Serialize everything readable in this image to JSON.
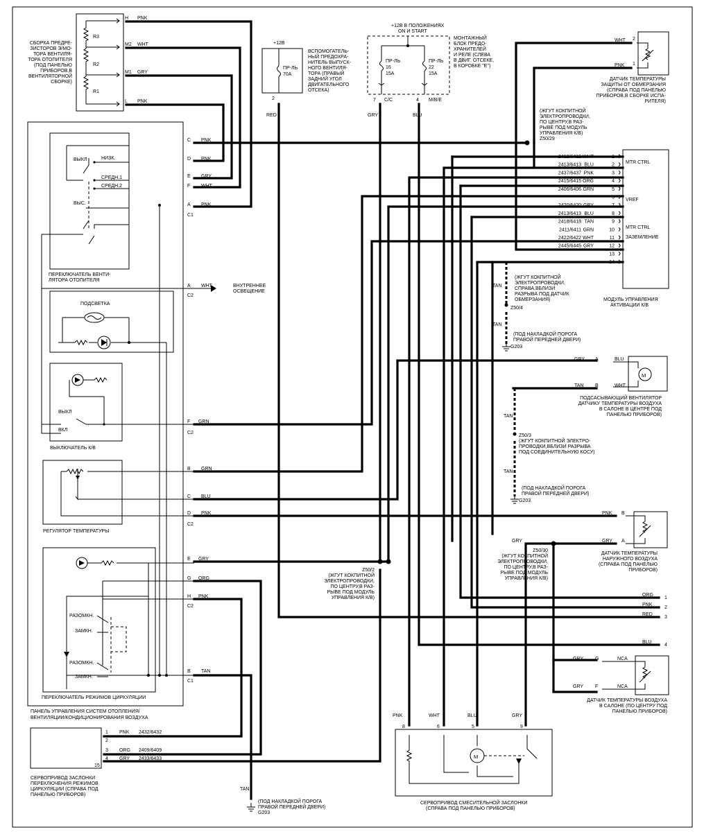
{
  "blower_resistor": {
    "title": [
      "СБОРКА ПРЕДРЕ-",
      "ЗИСТОРОВ Э/МО-",
      "ТОРА ВЕНТИЛЯ-",
      "ТОРА ОТОПИТЕЛЯ",
      "(ПОД ПАНЕЛЬЮ",
      "ПРИБОРОВ,В",
      "ВЕНТИЛЯТОРНОЙ",
      "СБОРКЕ)"
    ],
    "resistors": [
      "R3",
      "R2",
      "R1"
    ],
    "pins": [
      "H",
      "M2",
      "M1",
      "L"
    ],
    "wires": [
      "PNK",
      "WHT",
      "GRY",
      "PNK"
    ]
  },
  "relay": {
    "voltage": "+12В",
    "fuse": "ПР-ЛЬ",
    "amps": "70А",
    "pin": "2",
    "wire": "RED",
    "title": [
      "ВСПОМОГАТЕЛЬ-",
      "НЫЙ ПРЕДОХРА-",
      "НИТЕЛЬ ВЫПУСК-",
      "НОГО ВЕНТИЛЯ-",
      "ТОРА (ПРАВЫЙ",
      "ЗАДНИЙ УГОЛ",
      "ДВИГАТЕЛЬНОГО",
      "ОТСЕКА)"
    ]
  },
  "fuse_block": {
    "supply": [
      "+12В В ПОЛОЖЕНИЯХ",
      "ON И START"
    ],
    "title": [
      "МОНТАЖНЫЙ",
      "БЛОК ПРЕДО-",
      "ХРАНИТЕЛЕЙ",
      "И РЕЛЕ (СЛЕВА",
      "В ДВИГ. ОТСЕКЕ,",
      "В КОРОБКЕ \"Е\")"
    ],
    "fuse1": [
      "ПР-ЛЬ",
      "16",
      "15А"
    ],
    "fuse2": [
      "ПР-ЛЬ",
      "22",
      "15А"
    ],
    "pin1": "7",
    "conn1": "C/C",
    "wire1": "GRY",
    "pin2": "4",
    "conn2": "M/B/E",
    "wire2": "BLU"
  },
  "blower_switch": {
    "title": [
      "ПЕРЕКЛЮЧАТЕЛЬ ВЕНТИ-",
      "ЛЯТОРА ОТОПИТЕЛЯ"
    ],
    "off": "ВЫКЛ",
    "positions": [
      "НИЗК.",
      "СРЕДН.1",
      "СРЕДН.2",
      "ВЫС."
    ],
    "pins": [
      "C",
      "D",
      "E",
      "F",
      "A"
    ],
    "wires": [
      "PNK",
      "PNK",
      "GRY",
      "WHT",
      "PNK"
    ],
    "conn": "C1"
  },
  "lighting": {
    "pin": "A",
    "wire": "WHT",
    "conn": "C2",
    "label": [
      "ВНУТРЕННЕЕ",
      "ОСВЕЩЕНИЕ"
    ],
    "backlight": "ПОДСВЕТКА"
  },
  "ac_switch": {
    "title": "ВЫКЛЮЧАТЕЛЬ К/В",
    "off": "ВЫКЛ",
    "on": "ВКЛ",
    "pin": "F",
    "wire": "GRN",
    "conn": "C2"
  },
  "temp_regulator": {
    "title": "РЕГУЛЯТОР ТЕМПЕРАТУРЫ",
    "pins": [
      "B",
      "C",
      "D"
    ],
    "wires": [
      "GRN",
      "BLU",
      "PNK"
    ],
    "conn": "C2"
  },
  "recirc_switch": {
    "title": "ПЕРЕКЛЮЧАТЕЛЬ РЕЖИМОВ ЦИРКУЛЯЦИИ",
    "open": "РАЗОМКН.",
    "closed": "ЗАМКН.",
    "pins": [
      "E",
      "G",
      "H"
    ],
    "wires": [
      "GRY",
      "ORG",
      "PNK"
    ],
    "conn": "C2",
    "pin_b": "B",
    "wire_b": "TAN",
    "conn_b": "C1"
  },
  "panel_title": [
    "ПАНЕЛЬ УПРАВЛЕНИЯ СИСТЕМ ОТОПЛЕНИЯ/",
    "ВЕНТИЛЯЦИИ/КОНДИЦИОНИРОВАНИЯ ВОЗДУХА"
  ],
  "recirc_actuator": {
    "title": [
      "СЕРВОПРИВОД ЗАСЛОНКИ",
      "ПЕРЕКЛЮЧЕНИЯ РЕЖИМОВ",
      "ЦИРКУЛЯЦИИ (СПРАВА ПОД",
      "ПАНЕЛЬЮ ПРИБОРОВ)"
    ],
    "pins": [
      "1",
      "2",
      "3",
      "4",
      "15"
    ],
    "wires": [
      "PNK",
      "ORG",
      "GRY"
    ],
    "circuits": [
      "2432/6432",
      "2409/6409",
      "2433/6433"
    ]
  },
  "ground_main": {
    "wire": "TAN",
    "text": [
      "(ПОД НАКЛАДКОЙ ПОРОГА",
      "ПРАВОЙ ПЕРЕДНЕЙ ДВЕРИ)"
    ],
    "code": "G203"
  },
  "splice_z50_2": {
    "code": "Z50/2",
    "text": [
      "(ЖГУТ КОКПИТНОЙ",
      "ЭЛЕКТРОПРОВОДКИ,",
      "ПО ЦЕНТРУ,В РАЗ-",
      "РЫВЕ ПОД МОДУЛЬ",
      "УПРАВЛЕНИЯ К/В)"
    ]
  },
  "splice_z50_29": {
    "code": "Z50/29",
    "text": [
      "(ЖГУТ КОКПИТНОЙ",
      "ЭЛЕКТРОПРОВОДКИ,",
      "ПО ЦЕНТРУ,В РАЗ-",
      "РЫВЕ ПОД МОДУЛЬ",
      "УПРАВЛЕНИЯ К/В)"
    ]
  },
  "evap_sensor": {
    "title": [
      "ДАТЧИК ТЕМПЕРАТУРЫ",
      "ЗАЩИТЫ ОТ ОБМЕРЗАНИЯ",
      "(СПРАВА ПОД ПАНЕЛЬЮ",
      "ПРИБОРОВ,В СБОРКЕ ИСПА-",
      "РИТЕЛЯ)"
    ],
    "pins": [
      "2",
      "1"
    ],
    "wires": [
      "WHT",
      "PNK"
    ]
  },
  "ac_module": {
    "title": [
      "МОДУЛЬ УПРАВЛЕНИЯ",
      "АКТИВАЦИИ К/В"
    ],
    "labels": [
      "MTR CTRL",
      "VREF",
      "MTR CTRL",
      "ЗАЗЕМЛЕНИЕ"
    ],
    "rows": [
      {
        "circuit": "2412/6412",
        "wire": "WHT",
        "pin": "1"
      },
      {
        "circuit": "2413/6413",
        "wire": "BLU",
        "pin": "2"
      },
      {
        "circuit": "2437/6437",
        "wire": "PNK",
        "pin": "3"
      },
      {
        "circuit": "2415/6415",
        "wire": "ORG",
        "pin": "4"
      },
      {
        "circuit": "2406/6406",
        "wire": "GRN",
        "pin": "5"
      },
      {
        "circuit": "",
        "wire": "",
        "pin": "6"
      },
      {
        "circuit": "2420/6420",
        "wire": "GRY",
        "pin": "7"
      },
      {
        "circuit": "2413/6413",
        "wire": "BLU",
        "pin": "8"
      },
      {
        "circuit": "2418/6418",
        "wire": "TAN",
        "pin": "9"
      },
      {
        "circuit": "2411/6411",
        "wire": "GRN",
        "pin": "10"
      },
      {
        "circuit": "2422/6422",
        "wire": "WHT",
        "pin": "11"
      },
      {
        "circuit": "2445/6445",
        "wire": "GRY",
        "pin": "12"
      },
      {
        "circuit": "",
        "wire": "",
        "pin": "13"
      },
      {
        "circuit": "",
        "wire": "",
        "pin": "14"
      }
    ]
  },
  "splice_z50_4": {
    "code": "Z50/4",
    "wire": "TAN",
    "text": [
      "(ЖГУТ КОКПИТНОЙ",
      "ЭЛЕКТРОПРОВОДКИ,",
      "СПРАВА,ВБЛИЗИ",
      "РАЗРЫВА ПОД ДАТЧИК",
      "ОБМЕРЗАНИЯ)"
    ]
  },
  "ground_1": {
    "wire": "TAN",
    "text": [
      "(ПОД НАКЛАДКОЙ ПОРОГА",
      "ПРАВОЙ ПЕРЕДНЕЙ ДВЕРИ)"
    ],
    "code": "G203"
  },
  "aspirator_fan": {
    "title": [
      "ПОДСАСЫВАЮЩИЙ ВЕНТИЛЯТОР",
      "ДАТЧИКУ ТЕМПЕРАТУРЫ ВОЗДУХА",
      "В САЛОНЕ В ЦЕНТРЕ ПОД",
      "ПАНЕЛЬЮ ПРИБОРОВ)"
    ],
    "pins": [
      "A",
      "B"
    ],
    "wires_in": [
      "GRY",
      "TAN"
    ],
    "wires_out": [
      "BLU",
      "WHT"
    ]
  },
  "splice_z50_3": {
    "code": "Z50/3",
    "wire": "TAN",
    "text": [
      "(ЖГУТ КОКПИТНОЙ ЭЛЕКТРО-",
      "ПРОВОДКИ,ВБЛИЗИ РАЗРЫВА",
      "ПОД СОЕДИНИТЕЛЬНУЮ КОСУ)"
    ]
  },
  "ground_2": {
    "wire": "TAN",
    "text": [
      "(ПОД НАКЛАДКОЙ ПОРОГА",
      "ПРАВОЙ ПЕРЕДНЕЙ ДВЕРИ)"
    ],
    "code": "G203"
  },
  "outside_sensor": {
    "title": [
      "ДАТЧИК ТЕМПЕРАТУРЫ",
      "НАРУЖНОГО ВОЗДУХА",
      "(СПРАВА ПОД ПАНЕЛЬЮ",
      "ПРИБОРОВ)"
    ],
    "pins": [
      "B",
      "A"
    ],
    "wires": [
      "PNK",
      "GRY"
    ]
  },
  "splice_z50_30": {
    "code": "Z50/30",
    "wire": "GRY",
    "text": [
      "(ЖГУТ КОКПИТНОЙ",
      "ЭЛЕКТРОПРОВОДКИ,",
      "ПО ЦЕНТРУ,В РАЗ-",
      "РЫВЕ ПОД МОДУЛЬ",
      "УПРАВЛЕНИЯ К/В)"
    ]
  },
  "outputs": [
    {
      "wire": "ORG",
      "num": "1"
    },
    {
      "wire": "PNK",
      "num": "2"
    },
    {
      "wire": "RED",
      "num": "3"
    },
    {
      "wire": "BLU",
      "num": "4"
    }
  ],
  "cabin_sensor": {
    "title": [
      "ДАТЧИК ТЕМПЕРАТУРЫ ВОЗДУХА",
      "В САЛОНЕ (ПО ЦЕНТРУ ПОД",
      "ПАНЕЛЬЮ ПРИБОРОВ)"
    ],
    "pins": [
      "G",
      "F"
    ],
    "wires_in": [
      "GRY",
      "GRY"
    ],
    "wires_out": [
      "NCA",
      "NCA"
    ]
  },
  "blend_actuator": {
    "title": [
      "СЕРВОПРИВОД СМЕСИТЕЛЬНОЙ ЗАСЛОНКИ",
      "(СПРАВА ПОД ПАНЕЛЬЮ ПРИБОРОВ)"
    ],
    "pins": [
      "8",
      "6",
      "5",
      "9"
    ],
    "wires": [
      "PNK",
      "WHT",
      "BLU",
      "GRY"
    ],
    "motor": "M"
  }
}
